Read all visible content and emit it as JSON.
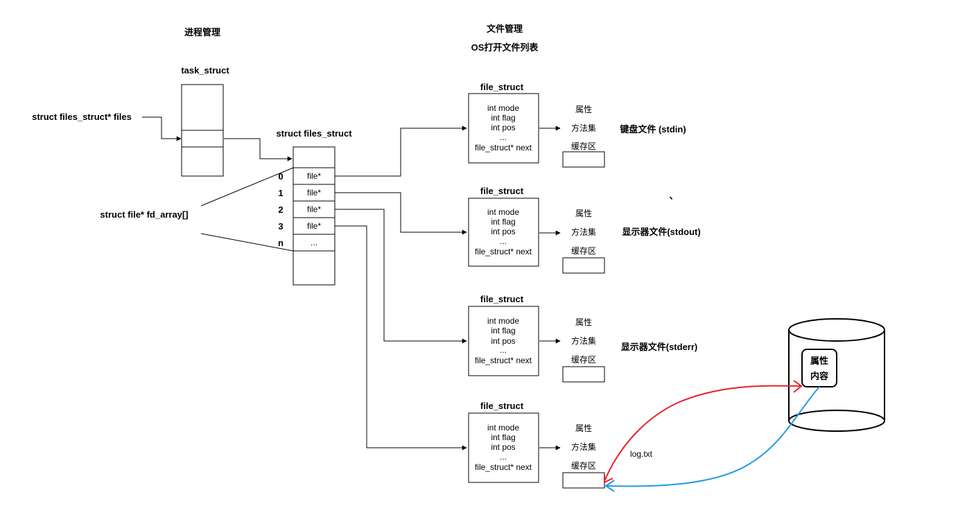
{
  "headings": {
    "process_mgmt": "进程管理",
    "file_mgmt": "文件管理",
    "os_open_file_list": "OS打开文件列表"
  },
  "task": {
    "title": "task_struct",
    "files_ptr_label": "struct files_struct* files"
  },
  "files_struct": {
    "title": "struct files_struct",
    "fd_array_label": "struct file* fd_array[]",
    "slots": [
      {
        "index": "0",
        "label": "file*"
      },
      {
        "index": "1",
        "label": "file*"
      },
      {
        "index": "2",
        "label": "file*"
      },
      {
        "index": "3",
        "label": "file*"
      },
      {
        "index": "n",
        "label": "..."
      }
    ]
  },
  "file_struct": {
    "title": "file_struct",
    "fields": [
      "int mode",
      "int flag",
      "int pos",
      "...",
      "file_struct*  next"
    ],
    "attr_labels": [
      "属性",
      "方法集",
      "缓存区"
    ]
  },
  "file_names": [
    "键盘文件 (stdin)",
    "显示器文件(stdout)",
    "显示器文件(stderr)",
    "log.txt"
  ],
  "disk": {
    "labels": [
      "属性",
      "内容"
    ]
  },
  "colors": {
    "line": "#000000",
    "write_arrow": "#e8202a",
    "read_arrow": "#1e9be0"
  },
  "stray_mark": "、"
}
